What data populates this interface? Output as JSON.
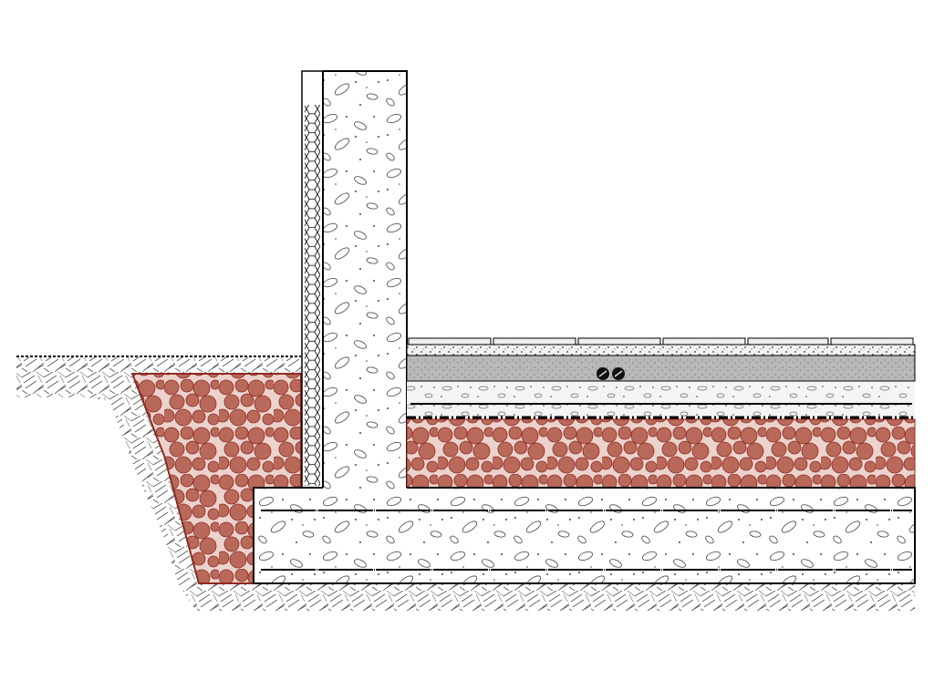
{
  "diagram": {
    "colors": {
      "gravel_fill": "#b9695a",
      "gravel_stroke": "#8e2a22",
      "gravel_background": "#ecd2cc",
      "screed_grey": "#b8b8b8",
      "line": "#000000",
      "background": "#ffffff"
    },
    "layers": [
      {
        "name": "soil"
      },
      {
        "name": "gravel-backfill"
      },
      {
        "name": "insulation"
      },
      {
        "name": "concrete-wall"
      },
      {
        "name": "foundation-slab"
      },
      {
        "name": "floor-tiles"
      },
      {
        "name": "screed"
      },
      {
        "name": "heating-layer"
      },
      {
        "name": "subfloor-concrete"
      },
      {
        "name": "gravel-bed"
      }
    ]
  }
}
